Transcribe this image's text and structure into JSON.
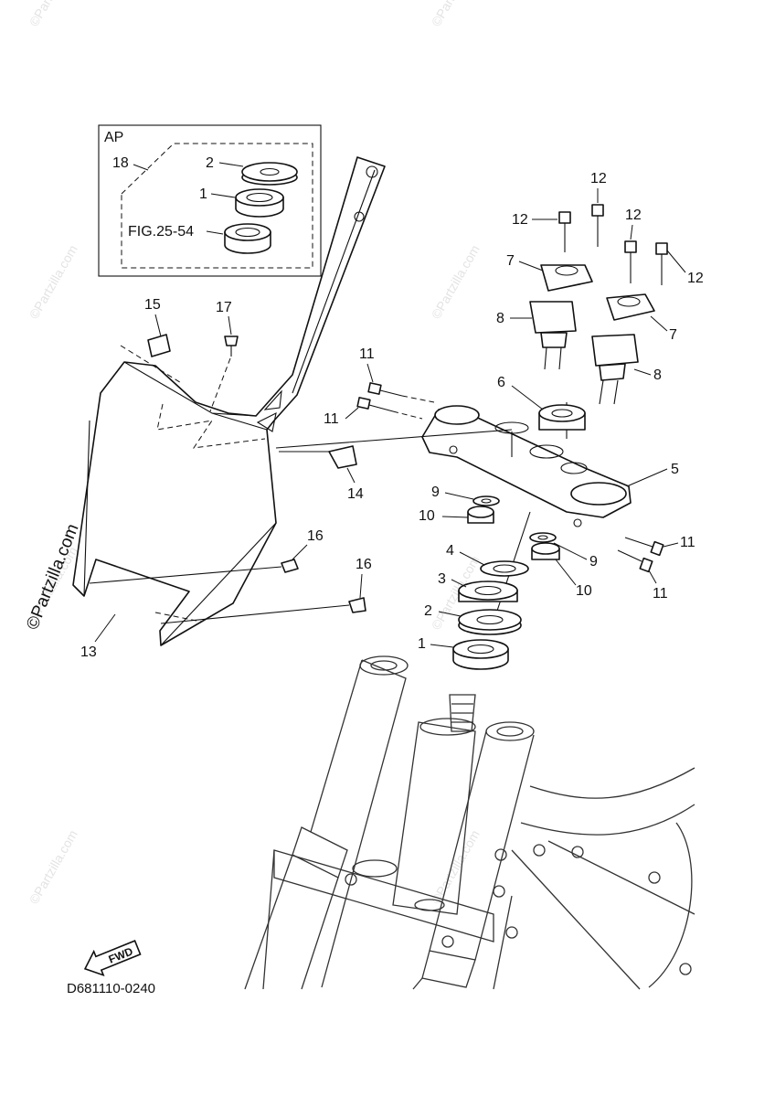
{
  "watermark": "©Partzilla.com",
  "diagram_code": "D681110-0240",
  "fwd_label": "FWD",
  "inset": {
    "title": "AP",
    "reference": "FIG.25-54"
  },
  "callouts": {
    "c1": "1",
    "c2": "2",
    "c3": "3",
    "c4": "4",
    "c5": "5",
    "c6": "6",
    "c7": "7",
    "c8": "8",
    "c9": "9",
    "c10": "10",
    "c11": "11",
    "c12": "12",
    "c13": "13",
    "c14": "14",
    "c15": "15",
    "c16": "16",
    "c17": "17",
    "c18": "18"
  }
}
